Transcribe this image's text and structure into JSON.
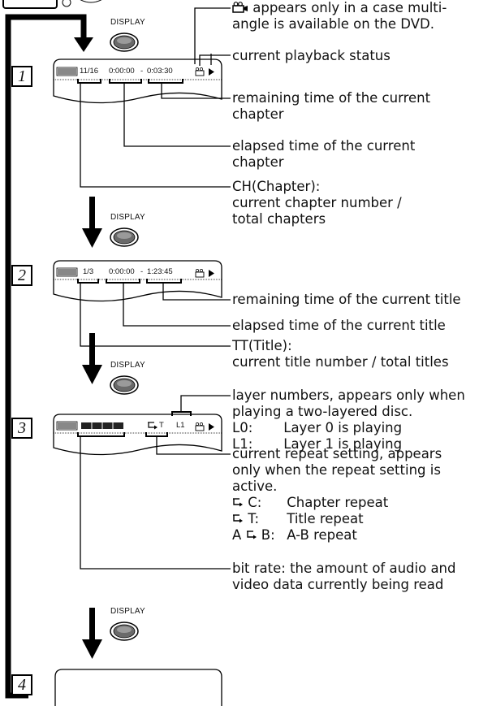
{
  "display_label": "DISPLAY",
  "steps": [
    "1",
    "2",
    "3",
    "4"
  ],
  "screens": {
    "s1": {
      "chapter": "11/16",
      "elapsed": "0:00:00",
      "remaining": "0:03:30"
    },
    "s2": {
      "title": "1/3",
      "elapsed": "0:00:00",
      "remaining": "1:23:45"
    },
    "s3": {
      "repeat": "T",
      "layer": "L1"
    }
  },
  "annotations": {
    "a1_angle": [
      "appears only in a case multi-",
      "angle is available on the DVD."
    ],
    "a1_status": "current playback status",
    "a1_remaining": [
      "remaining time of the current",
      "chapter"
    ],
    "a1_elapsed": [
      "elapsed time of the current",
      "chapter"
    ],
    "a1_chapter": [
      "CH(Chapter):",
      "current chapter number /",
      "total chapters"
    ],
    "a2_remaining": "remaining time of the current title",
    "a2_elapsed": "elapsed time of the current title",
    "a2_title": [
      "TT(Title):",
      "current title number / total titles"
    ],
    "a3_layer": [
      "layer numbers, appears only when",
      "playing a two-layered disc."
    ],
    "a3_layer_items": [
      {
        "key": "L0:",
        "value": "Layer 0 is playing"
      },
      {
        "key": "L1:",
        "value": "Layer 1 is playing"
      }
    ],
    "a3_repeat": [
      "current repeat setting, appears",
      "only when the repeat setting is",
      "active."
    ],
    "a3_repeat_items": [
      {
        "key": "C:",
        "value": "Chapter repeat"
      },
      {
        "key": "T:",
        "value": "Title repeat"
      },
      {
        "key": "A",
        "key2": "B:",
        "value": "A-B repeat"
      }
    ],
    "a3_bitrate": [
      "bit rate: the amount of audio and",
      "video data currently being read"
    ]
  }
}
